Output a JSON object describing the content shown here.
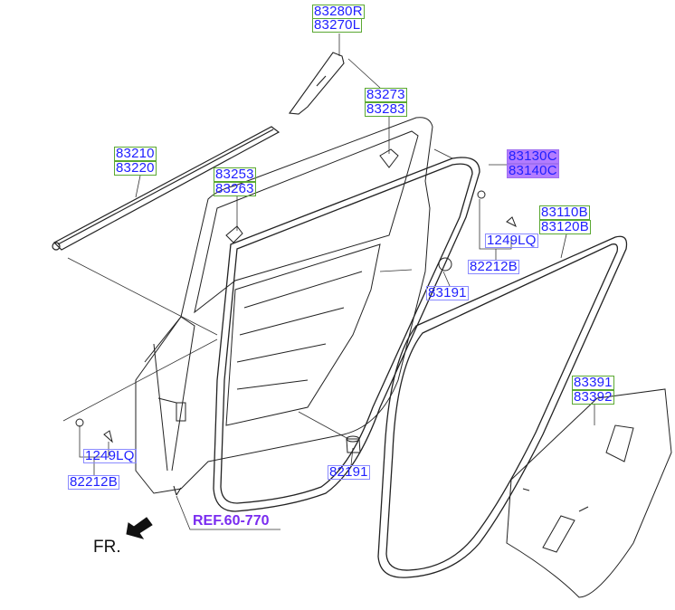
{
  "labels": {
    "l83280R": "83280R",
    "l83270L": "83270L",
    "l83273": "83273",
    "l83283": "83283",
    "l83210": "83210",
    "l83220": "83220",
    "l83253": "83253",
    "l83263": "83263",
    "l83130C": "83130C",
    "l83140C": "83140C",
    "l83110B": "83110B",
    "l83120B": "83120B",
    "l1249LQ_r": "1249LQ",
    "l82212B_r": "82212B",
    "l83191": "83191",
    "l83391": "83391",
    "l83392": "83392",
    "l1249LQ_l": "1249LQ",
    "l82212B_l": "82212B",
    "l82191": "82191",
    "ref": "REF.60-770",
    "fr": "FR."
  },
  "colors": {
    "part_number": "#2020ff",
    "highlight": "#b37cff",
    "ref": "#7a2cf0"
  }
}
